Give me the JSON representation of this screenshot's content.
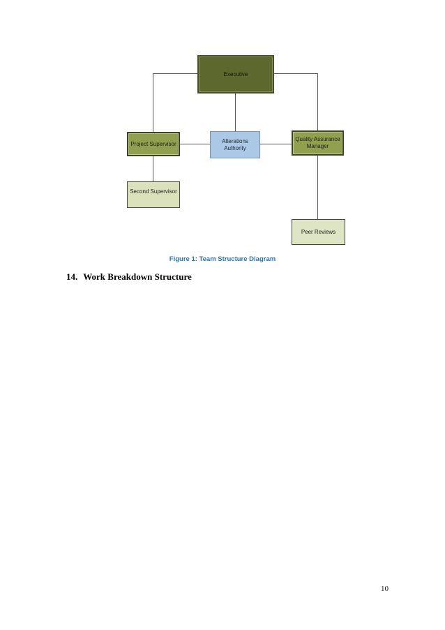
{
  "document": {
    "page_number": "10"
  },
  "figure": {
    "caption": "Figure 1: Team Structure Diagram",
    "type": "org-chart",
    "nodes": [
      {
        "id": "executive",
        "label": "Executive"
      },
      {
        "id": "project-supervisor",
        "label": "Project Supervisor"
      },
      {
        "id": "alterations-authority",
        "label": "Alterations Authority"
      },
      {
        "id": "quality-assurance-manager",
        "label": "Quality Assurance Manager"
      },
      {
        "id": "second-supervisor",
        "label": "Second Supervisor"
      },
      {
        "id": "peer-reviews",
        "label": "Peer Reviews"
      }
    ],
    "edges": [
      {
        "from": "executive",
        "to": "project-supervisor"
      },
      {
        "from": "executive",
        "to": "alterations-authority"
      },
      {
        "from": "executive",
        "to": "quality-assurance-manager"
      },
      {
        "from": "project-supervisor",
        "to": "alterations-authority"
      },
      {
        "from": "alterations-authority",
        "to": "quality-assurance-manager"
      },
      {
        "from": "project-supervisor",
        "to": "second-supervisor"
      },
      {
        "from": "quality-assurance-manager",
        "to": "peer-reviews"
      }
    ],
    "colors": {
      "executive_fill": "#5d682e",
      "supervisor_fill": "#90a04f",
      "light_green_fill": "#dbe2bb",
      "authority_fill": "#abc9e6",
      "connector": "#595959",
      "caption_text": "#2e74b5"
    }
  },
  "heading": {
    "number": "14.",
    "text": "Work Breakdown Structure"
  }
}
